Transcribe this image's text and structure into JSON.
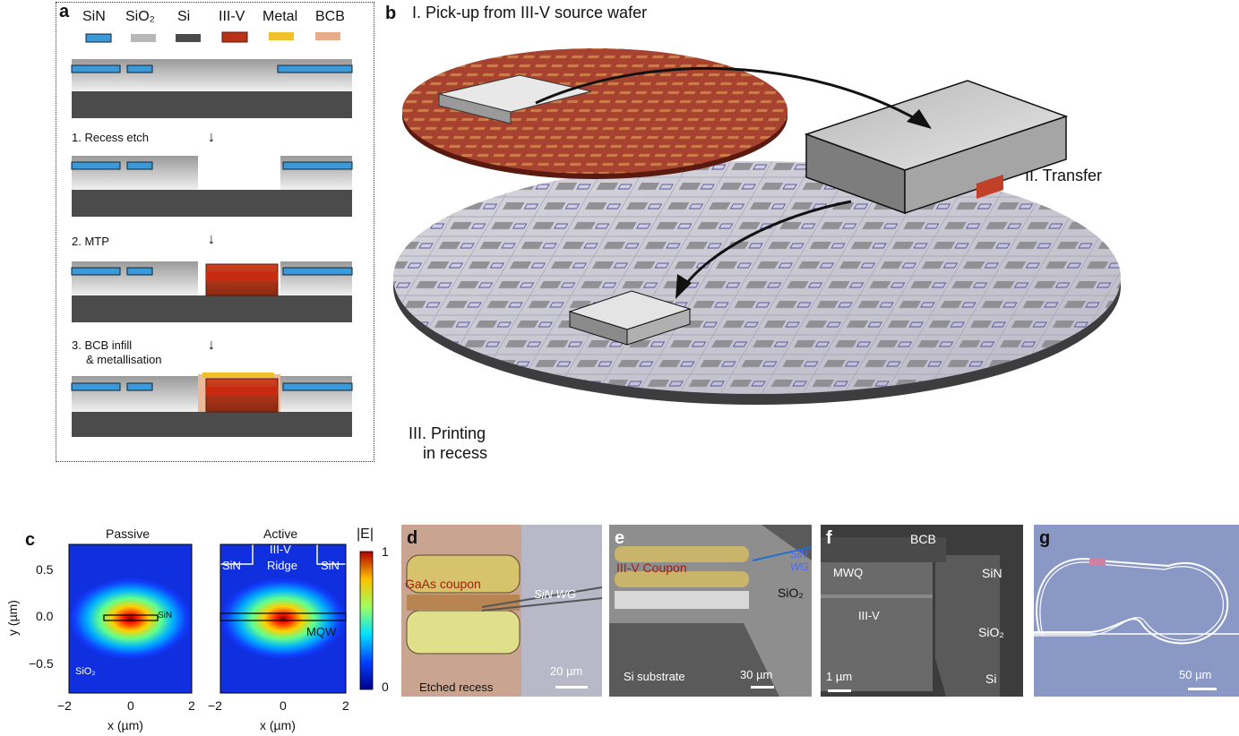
{
  "panel_a": {
    "letter": "a",
    "legend": [
      "SiN",
      "SiO₂",
      "Si",
      "III-V",
      "Metal",
      "BCB"
    ],
    "colors": {
      "SiN": "#3a9ad9",
      "SiO2": "#b8b8b8",
      "Si": "#4b4b4b",
      "IIIV": "#b83218",
      "Metal": "#f0c12a",
      "BCB": "#e6ad88"
    },
    "steps": [
      "1. Recess etch",
      "2. MTP",
      "3. BCB infill",
      "& metallisation"
    ]
  },
  "panel_b": {
    "letter": "b",
    "label_pickup": "I. Pick-up from III-V source wafer",
    "label_transfer": "II. Transfer",
    "label_print_1": "III. Printing",
    "label_print_2": "in recess"
  },
  "panel_c": {
    "letter": "c",
    "title_passive": "Passive",
    "title_active": "Active",
    "colorbar_label": "|E|",
    "colorbar_max": "1",
    "colorbar_min": "0",
    "ylabel": "y (µm)",
    "xlabel": "x (µm)",
    "yticks": [
      "0.5",
      "0.0",
      "−0.5"
    ],
    "xticks": [
      "−2",
      "0",
      "2"
    ],
    "passive_sin": "SiN",
    "passive_sio2": "SiO₂",
    "active_sin_left": "SiN",
    "active_ridge_1": "III-V",
    "active_ridge_2": "Ridge",
    "active_sin_right": "SiN",
    "active_mqw": "MQW"
  },
  "panel_d": {
    "letter": "d",
    "coupon": "GaAs coupon",
    "wg": "SiN WG",
    "recess": "Etched recess",
    "scale": "20 µm"
  },
  "panel_e": {
    "letter": "e",
    "coupon": "III-V Coupon",
    "wg_1": "SiN",
    "wg_2": "WG",
    "sio2": "SiO₂",
    "substrate": "Si substrate",
    "scale": "30 µm"
  },
  "panel_f": {
    "letter": "f",
    "bcb": "BCB",
    "mwq": "MWQ",
    "sin": "SiN",
    "iiiv": "III-V",
    "sio2": "SiO₂",
    "si": "Si",
    "scale": "1 µm"
  },
  "panel_g": {
    "letter": "g",
    "scale": "50 µm"
  }
}
